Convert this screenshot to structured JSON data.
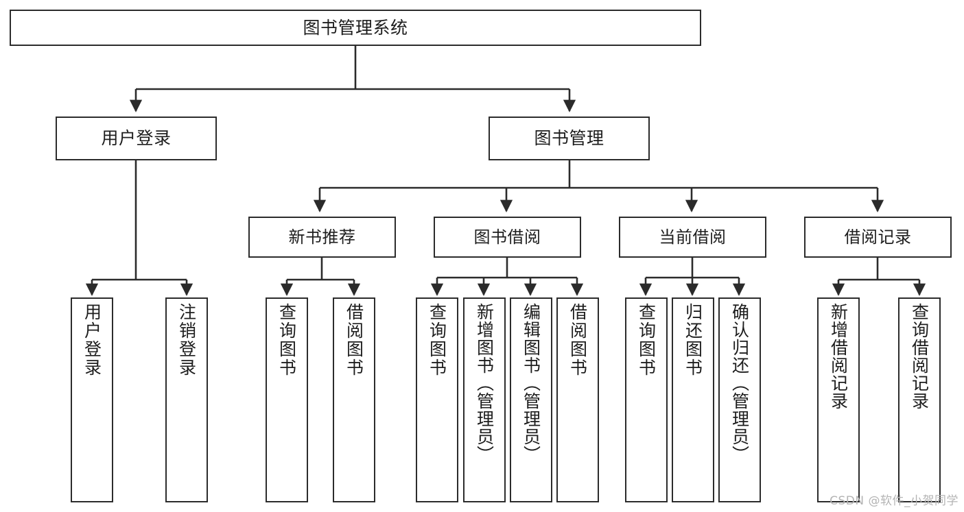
{
  "diagram": {
    "type": "tree-hierarchy",
    "title": "图书管理系统",
    "orientation": "top-down",
    "colors": {
      "box_border": "#2b2b2b",
      "box_fill": "#ffffff",
      "edge": "#2b2b2b",
      "text": "#1d1d1d",
      "watermark": "#b4b4b4",
      "background": "#ffffff"
    }
  },
  "nodes": {
    "root": {
      "label": "图书管理系统"
    },
    "level2": [
      {
        "id": "user-login",
        "label": "用户登录"
      },
      {
        "id": "book-management",
        "label": "图书管理"
      }
    ],
    "level3": [
      {
        "id": "new-book-recommend",
        "label": "新书推荐"
      },
      {
        "id": "book-borrow",
        "label": "图书借阅"
      },
      {
        "id": "current-borrow",
        "label": "当前借阅"
      },
      {
        "id": "borrow-record",
        "label": "借阅记录"
      }
    ],
    "leaves": [
      {
        "id": "leaf-user-login",
        "parent": "user-login",
        "label": "用户登录"
      },
      {
        "id": "leaf-logout-login",
        "parent": "user-login",
        "label": "注销登录"
      },
      {
        "id": "leaf-query-book-1",
        "parent": "new-book-recommend",
        "label": "查询图书"
      },
      {
        "id": "leaf-borrow-book-1",
        "parent": "new-book-recommend",
        "label": "借阅图书"
      },
      {
        "id": "leaf-query-book-2",
        "parent": "book-borrow",
        "label": "查询图书"
      },
      {
        "id": "leaf-add-book",
        "parent": "book-borrow",
        "label": "新增图书（管理员）"
      },
      {
        "id": "leaf-edit-book",
        "parent": "book-borrow",
        "label": "编辑图书（管理员）"
      },
      {
        "id": "leaf-borrow-book-2",
        "parent": "book-borrow",
        "label": "借阅图书"
      },
      {
        "id": "leaf-query-book-3",
        "parent": "current-borrow",
        "label": "查询图书"
      },
      {
        "id": "leaf-return-book",
        "parent": "current-borrow",
        "label": "归还图书"
      },
      {
        "id": "leaf-confirm-return",
        "parent": "current-borrow",
        "label": "确认归还（管理员）"
      },
      {
        "id": "leaf-add-record",
        "parent": "borrow-record",
        "label": "新增借阅记录"
      },
      {
        "id": "leaf-query-record",
        "parent": "borrow-record",
        "label": "查询借阅记录"
      }
    ]
  },
  "watermark": {
    "text": "CSDN @软件_小贺同学"
  }
}
